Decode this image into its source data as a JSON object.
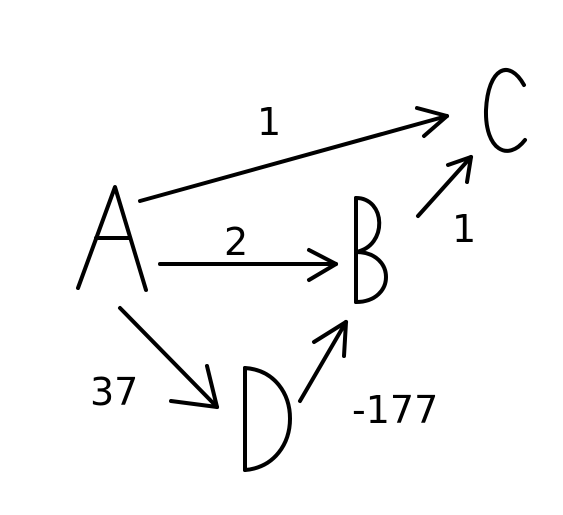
{
  "nodes": [
    {
      "id": "A",
      "label": "A"
    },
    {
      "id": "B",
      "label": "B"
    },
    {
      "id": "C",
      "label": "C"
    },
    {
      "id": "D",
      "label": "D"
    }
  ],
  "edges": [
    {
      "from": "A",
      "to": "C",
      "weight": "1"
    },
    {
      "from": "A",
      "to": "B",
      "weight": "2"
    },
    {
      "from": "B",
      "to": "C",
      "weight": "1"
    },
    {
      "from": "A",
      "to": "D",
      "weight": "37"
    },
    {
      "from": "D",
      "to": "B",
      "weight": "-177"
    }
  ]
}
